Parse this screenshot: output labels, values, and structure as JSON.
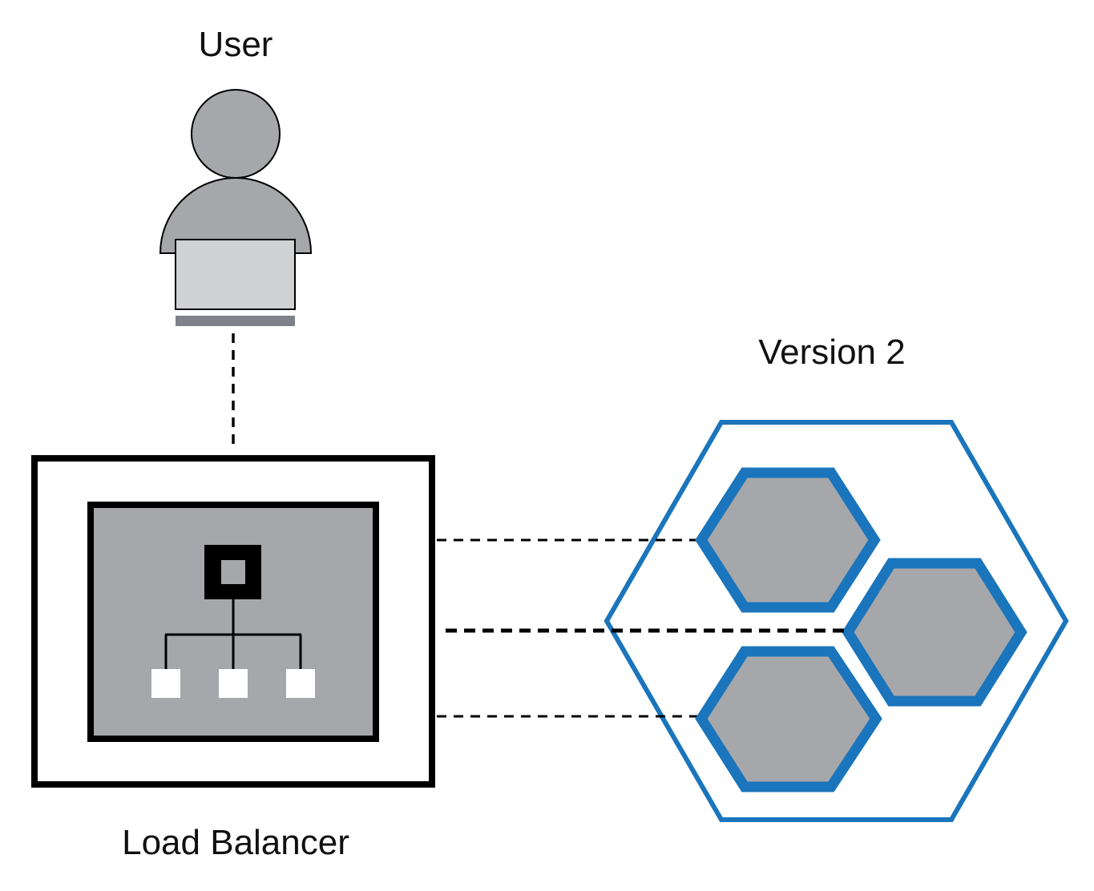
{
  "labels": {
    "user": "User",
    "load_balancer": "Load Balancer",
    "version": "Version 2"
  },
  "icons": {
    "user": "user-with-laptop-icon",
    "load_balancer": "network-hierarchy-icon",
    "version": "hexagon-cluster-icon"
  },
  "colors": {
    "stroke_dark": "#000000",
    "body_gray": "#a6a7aa",
    "laptop_screen": "#d1d2d4",
    "laptop_base": "#7e828a",
    "hex_blue": "#1a75bc",
    "node_white": "#ffffff"
  }
}
